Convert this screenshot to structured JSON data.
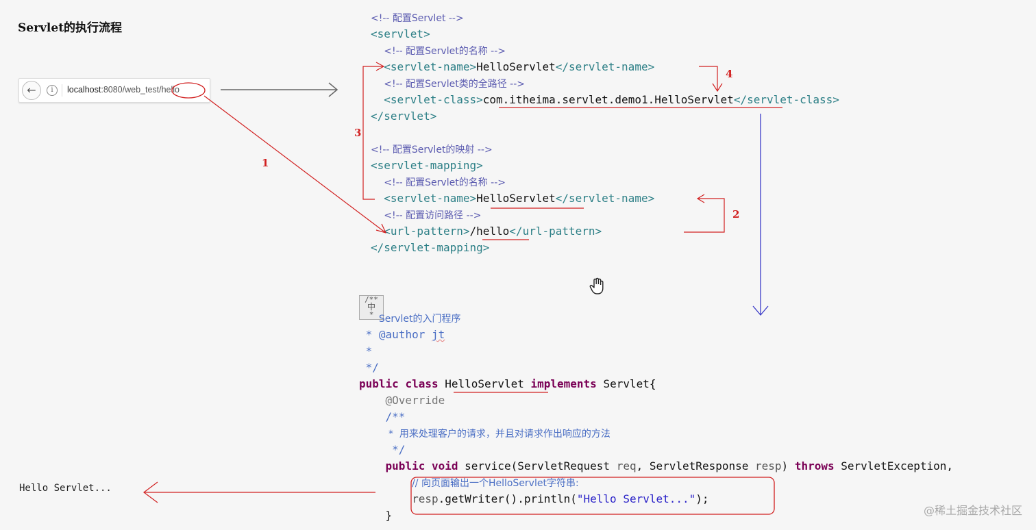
{
  "title": "Servlet的执行流程",
  "browser": {
    "back_glyph": "←",
    "info_glyph": "i",
    "url_host": "localhost",
    "url_rest": ":8080/web_test/hello"
  },
  "xml": {
    "l1": "<!-- 配置Servlet -->",
    "l2": "<servlet>",
    "l3": "<!-- 配置Servlet的名称 -->",
    "l4_open": "<servlet-name>",
    "l4_text": "HelloServlet",
    "l4_close": "</servlet-name>",
    "l5": "<!-- 配置Servlet类的全路径 -->",
    "l6_open": "<servlet-class>",
    "l6_text": "com.itheima.servlet.demo1.HelloServlet",
    "l6_close": "</servlet-class>",
    "l7": "</servlet>",
    "l8": "<!-- 配置Servlet的映射 -->",
    "l9": "<servlet-mapping>",
    "l10": "<!-- 配置Servlet的名称 -->",
    "l11_open": "<servlet-name>",
    "l11_text": "HelloServlet",
    "l11_close": "</servlet-name>",
    "l12": "<!-- 配置访问路径 -->",
    "l13_open": "<url-pattern>",
    "l13_text": "/hello",
    "l13_close": "</url-pattern>",
    "l14": "</servlet-mapping>"
  },
  "java": {
    "doc_icon_top": "/**",
    "doc_icon_mid": "中",
    "doc_icon_bot": "*",
    "doc_line1": "Servlet的入门程序",
    "doc_line2_star": " * ",
    "doc_line2_tag": "@author",
    "doc_line2_name": "jt",
    "doc_line3": " *",
    "doc_line4": " */",
    "kw_public": "public",
    "kw_class": "class",
    "class_name": "HelloServlet",
    "kw_implements": "implements",
    "iface": "Servlet{",
    "override": "@Override",
    "jdoc_open": "/**",
    "jdoc_text": " *  用来处理客户的请求，并且对请求作出响应的方法",
    "jdoc_close": " */",
    "kw_void": "void",
    "method": "service(ServletRequest",
    "p_req": "req",
    "comma": ", ServletResponse",
    "p_resp": "resp",
    "close_paren": ")",
    "kw_throws": "throws",
    "exc": "ServletException,",
    "body_comment": "// 向页面输出一个HelloServlet字符串:",
    "body_resp": "resp",
    "body_call": ".getWriter().println(",
    "body_str": "\"Hello Servlet...\"",
    "body_end": ");",
    "close_brace": "}"
  },
  "labels": {
    "n1": "1",
    "n2": "2",
    "n3": "3",
    "n4": "4"
  },
  "output_text": "Hello Servlet...",
  "watermark": "@稀土掘金技术社区",
  "colors": {
    "annotation_red": "#d12020",
    "flow_blue": "#3a3ac8",
    "arrow_gray": "#666666"
  }
}
